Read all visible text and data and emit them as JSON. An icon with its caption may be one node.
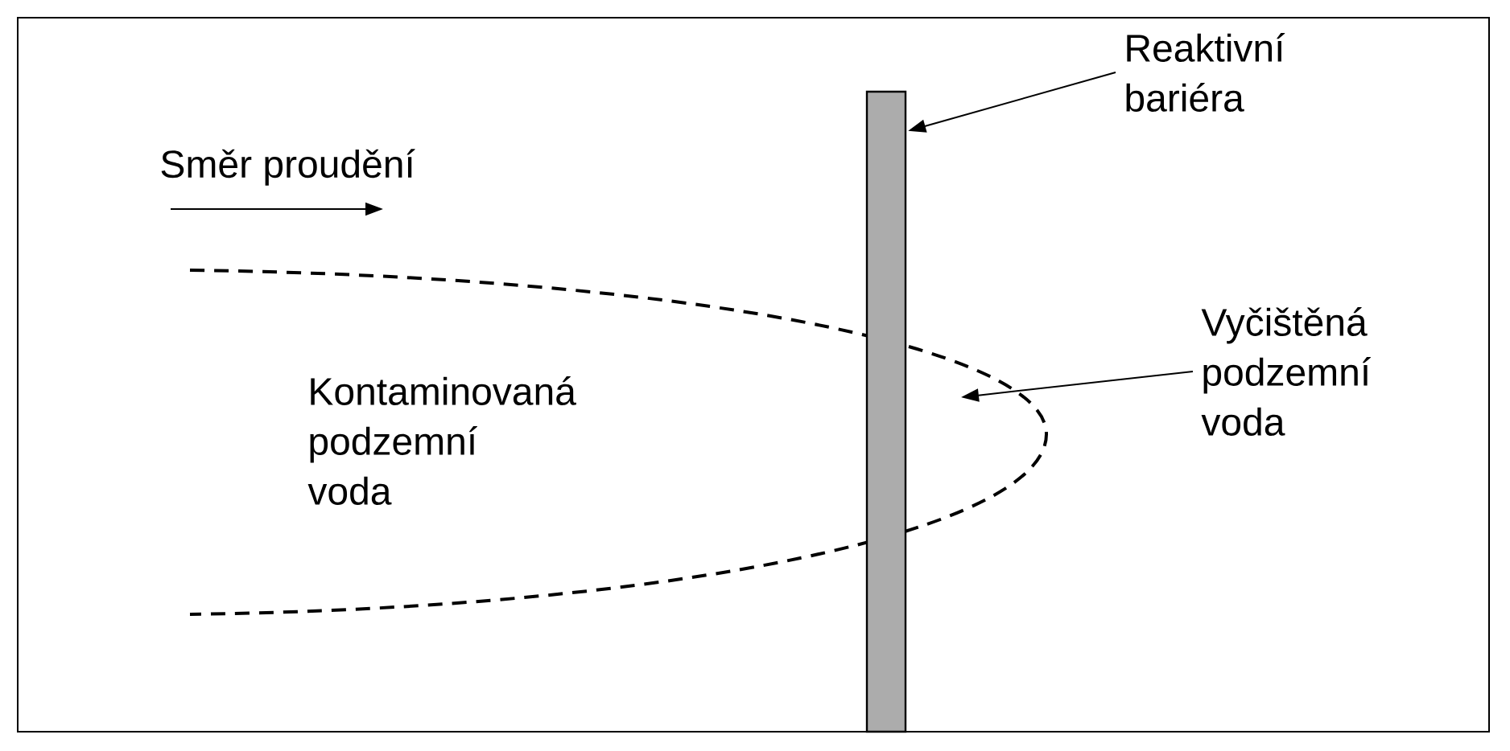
{
  "diagram": {
    "nodes": [
      {
        "text": [
          "Reaktivní bariéra"
        ]
      },
      {
        "text": [],
        "shape": "bar"
      },
      {
        "text": [
          "Vyčištěná podzemní voda"
        ]
      }
    ],
    "edges": [
      {
        "from": 0,
        "to": 1,
        "arrow": "to"
      },
      {
        "from": 2,
        "to": null,
        "arrow": "to"
      }
    ],
    "labels": [
      "Směr proudění",
      "Kontaminovaná podzemní voda"
    ]
  }
}
